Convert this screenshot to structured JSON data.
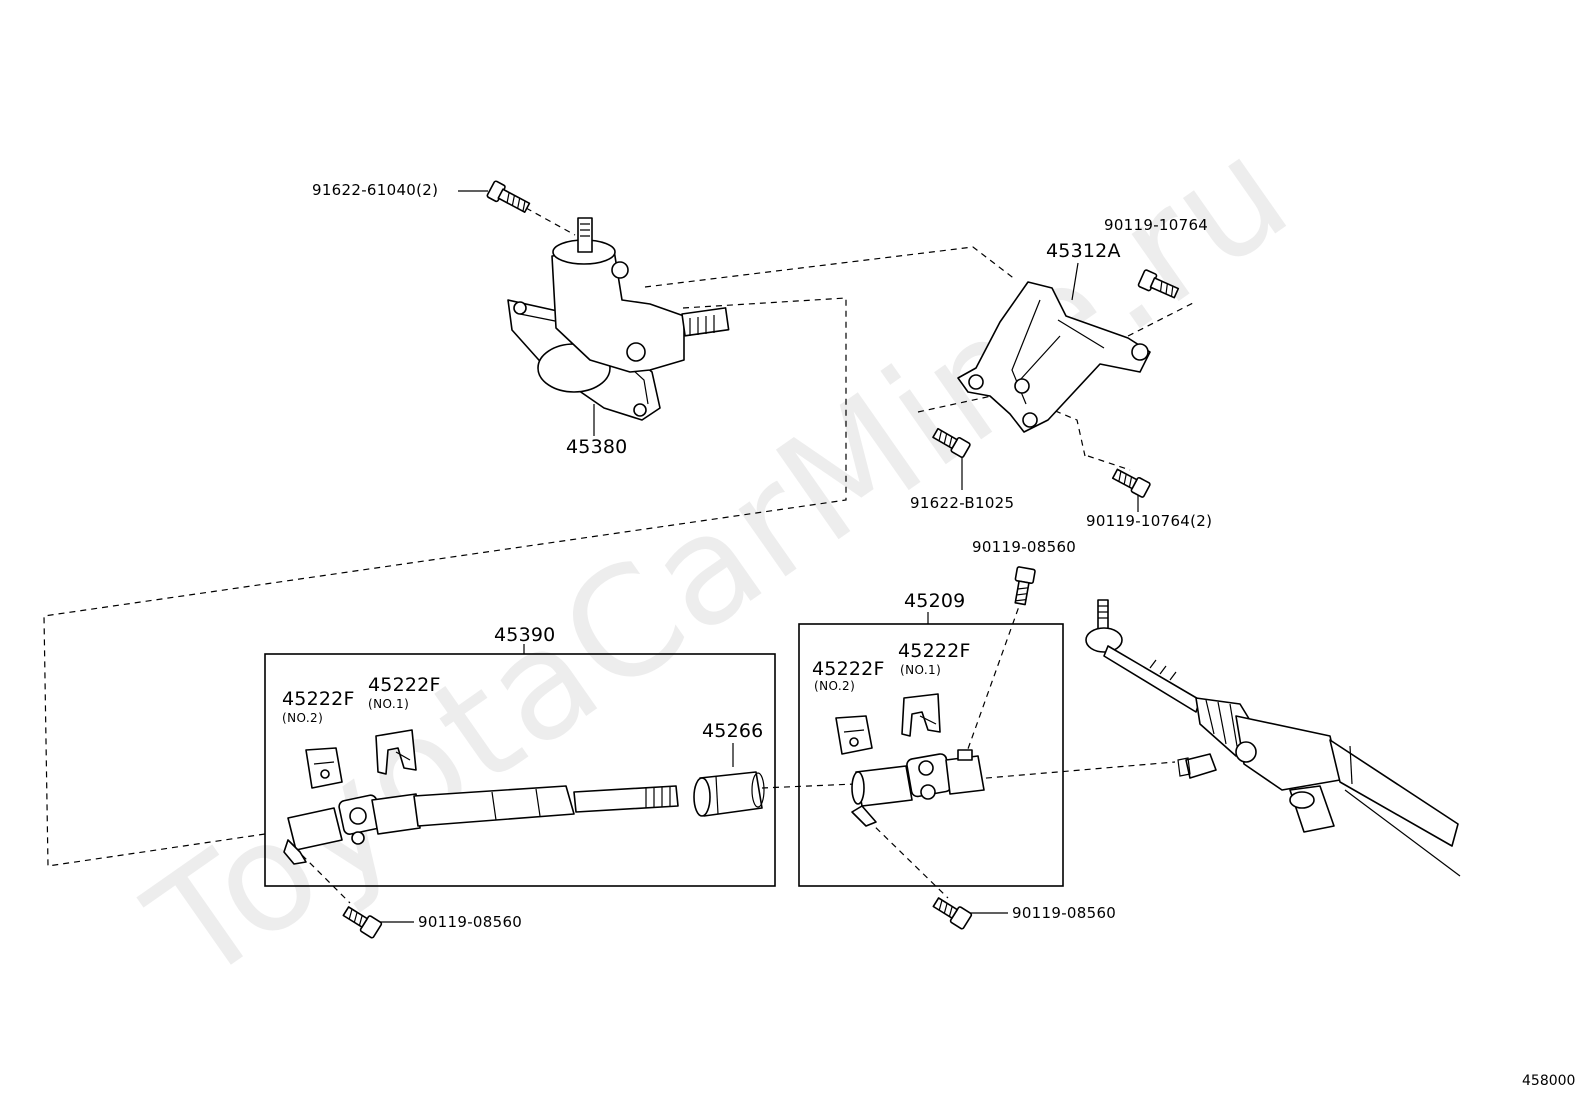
{
  "watermark": "ToyotaCarMine.ru",
  "page_number": "458000",
  "labels": {
    "p91622_61040": "91622-61040(2)",
    "p45380": "45380",
    "p45312a": "45312A",
    "p90119_10764_top": "90119-10764",
    "p91622_b1025": "91622-B1025",
    "p90119_10764_2": "90119-10764(2)",
    "p90119_08560_top": "90119-08560",
    "p45209": "45209",
    "p45390": "45390",
    "p45222f_a": "45222F",
    "p45222f_a_sub": "(NO.2)",
    "p45222f_b": "45222F",
    "p45222f_b_sub": "(NO.1)",
    "p45266": "45266",
    "p45222f_c": "45222F",
    "p45222f_c_sub": "(NO.2)",
    "p45222f_d": "45222F",
    "p45222f_d_sub": "(NO.1)",
    "p90119_08560_left": "90119-08560",
    "p90119_08560_right": "90119-08560"
  }
}
